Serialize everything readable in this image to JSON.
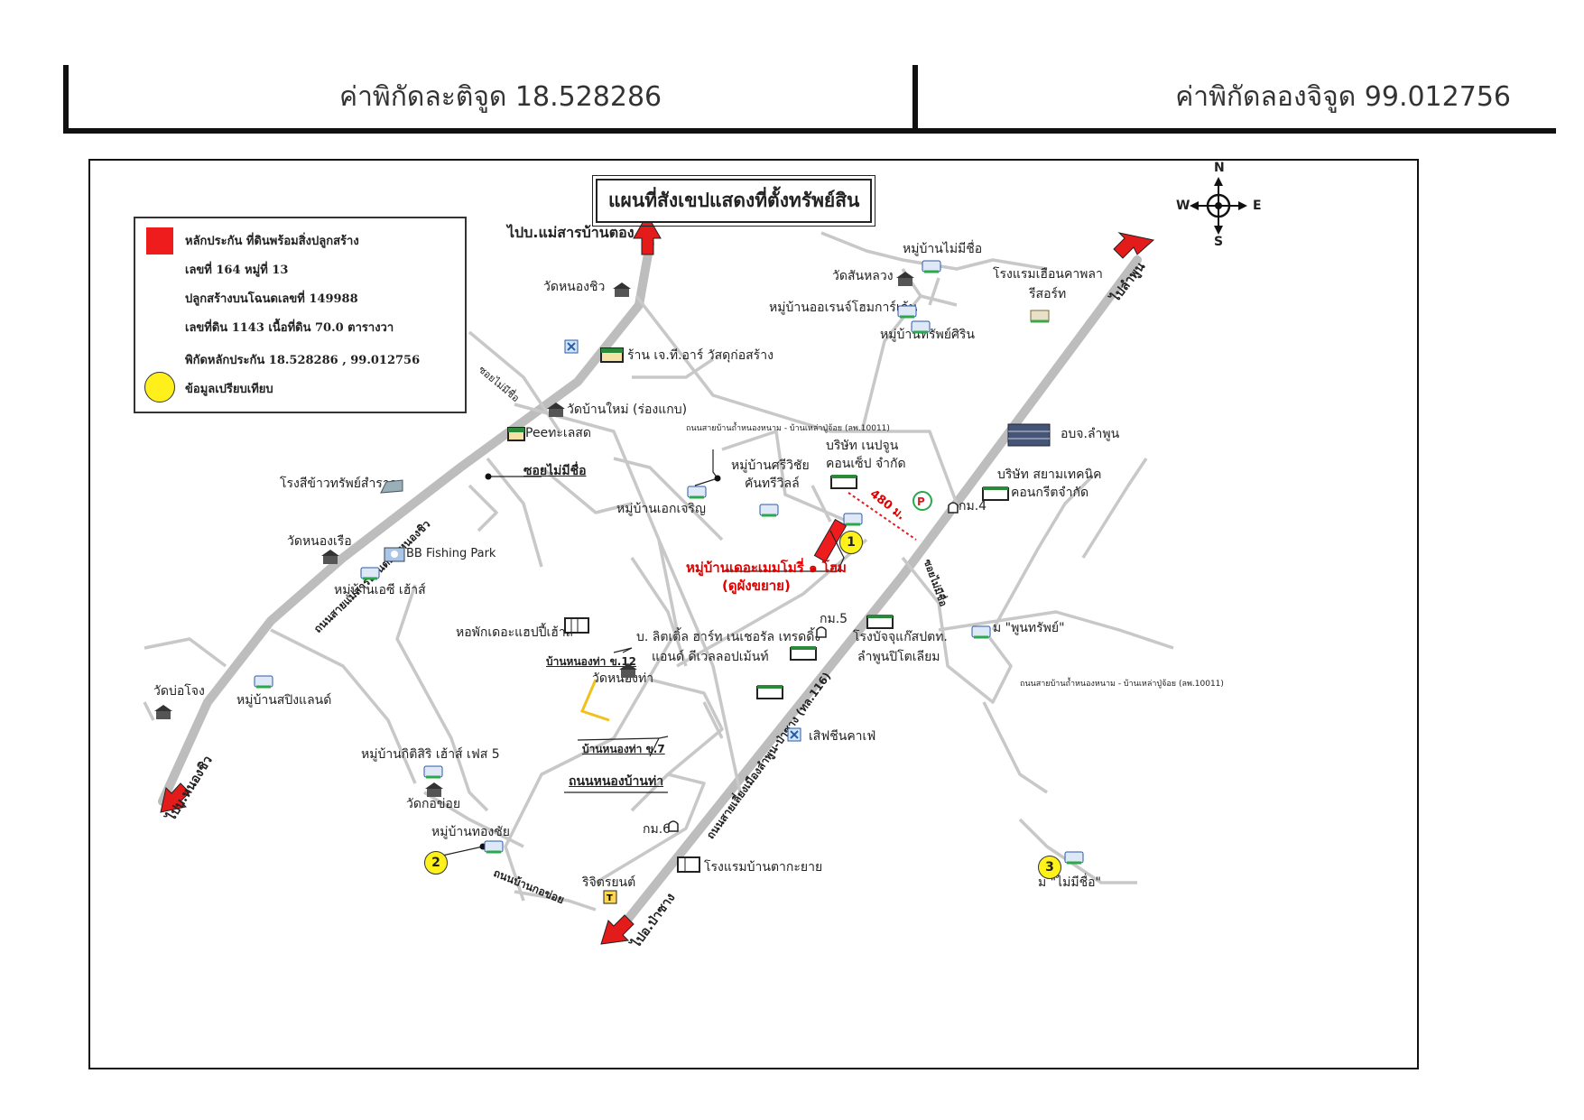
{
  "header": {
    "latitude": "ค่าพิกัดละติจูด 18.528286",
    "longitude": "ค่าพิกัดลองจิจูด 99.012756"
  },
  "map": {
    "title": "แผนที่สังเขปแสดงที่ตั้งทรัพย์สิน",
    "legend": {
      "line1": "หลักประกัน  ที่ดินพร้อมสิ่งปลูกสร้าง",
      "line2": "เลขที่ 164 หมู่ที่ 13",
      "line3": "ปลูกสร้างบนโฉนดเลขที่ 149988",
      "line4": "เลขที่ดิน 1143  เนื้อที่ดิน 70.0 ตารางวา",
      "line5": "พิกัดหลักประกัน  18.528286 , 99.012756",
      "line6": "ข้อมูลเปรียบเทียบ"
    },
    "compass": {
      "n": "N",
      "s": "S",
      "e": "E",
      "w": "W"
    },
    "labels": {
      "to_maesarn": "ไปบ.แม่สารบ้านตอง",
      "to_lamphun": "ไปลำพูน",
      "to_nongchiw": "ไปบ.หนองชิว",
      "to_pasang": "ไปอ.ป่าซาง",
      "wat_nongchiw": "วัดหนองชิว",
      "wat_sanluang": "วัดสันหลวง",
      "mb_mai_mi_chue_top": "หมู่บ้านไม่มีชื่อ",
      "hotel_huen": "โรงแรมเฮือนคาพลา",
      "hotel_huen2": "รีสอร์ท",
      "mb_orrin": "หมู่บ้านออเรนจ์โฮมการ์เด้น",
      "mb_sapsirin": "หมู่บ้านทรัพย์ศิริน",
      "soi_no_name_1": "ซอยไม่มีชื่อ",
      "shop_jtr": "ร้าน เจ.ที.อาร์ วัสดุก่อสร้าง",
      "wat_banmai": "วัดบ้านใหม่ (ร่องแกบ)",
      "road_10011_a": "ถนนสายบ้านถ้ำหนองหนาม - บ้านเหล่าปู่จ้อย (ลพ.10011)",
      "peet": "Peeทะเลสด",
      "neopoon1": "บริษัท เนปจูน",
      "neopoon2": "คอนเซ็ป จำกัด",
      "obj_lamphun": "อบจ.ลำพูน",
      "soi_no_name_2": "ซอยไม่มีชื่อ",
      "rice_mill": "โรงสีข้าวทรัพย์สำราญ",
      "mb_srivichai1": "หมู่บ้านศรีวิชัย",
      "mb_srivichai2": "คันทรีวิลล์",
      "siam1": "บริษัท สยามเทคนิค",
      "siam2": "คอนกรีตจำกัด",
      "km4": "กม.4",
      "mb_ekcharoen": "หมู่บ้านเอกเจริญ",
      "dist": "480 ม.",
      "wat_nongrua": "วัดหนองเรือ",
      "bb_fishing": "BB Fishing Park",
      "road_maesarn": "ถนนสายแม่สารบ้านตอง-หนองชิว",
      "mb_memory1": "หมู่บ้านเดอะเมมโมรี่ ๑ โฮม",
      "mb_memory2": "(ดูผังขยาย)",
      "mb_ec": "หมู่บ้านเอซี เฮ้าส์",
      "soi_no_name_3": "ซอยไม่มีชื่อ",
      "m_poonsap": "ม \"พูนทรัพย์\"",
      "dorm_happy": "หอพักเดอะแฮปปี้เฮ้าส์",
      "km5": "กม.5",
      "little1": "บ. ลิตเติ้ล ฮาร์ท เนเชอรัล เทรดดิ้ง",
      "little2": "แอนด์ ดีเวลลอปเม้นท์",
      "factory1": "โรงบัจจุแก๊สปตท.",
      "factory2": "ลำพูนปิโตเลียม",
      "ban_nongtha12": "บ้านหนองท่า ข.12",
      "wat_nongtha": "วัดหนองท่า",
      "wat_bochong": "วัดบ่อโจง",
      "mb_spring": "หมู่บ้านสปิงแลนด์",
      "road_10011_b": "ถนนสายบ้านถ้ำหนองหนาม - บ้านเหล่าปู่จ้อย (ลพ.10011)",
      "sip_cafe": "เสิฟชีนคาเฟ่",
      "ban_nongtha7": "บ้านหนองท่า ข.7",
      "mb_kitisiri": "หมู่บ้านกิติสิริ เฮ้าส์ เฟส 5",
      "road_bypass": "ถนนสายเลี่ยงเมืองลำพูน-ป่าซาง (ทล.116)",
      "road_nongbantha": "ถนนหนองบ้านท่า",
      "wat_kodkoy": "วัดกอข่อย",
      "mb_thongchai": "หมู่บ้านทองชัย",
      "km6": "กม.6",
      "road_bankodkoy": "ถนนบ้านกอข่อย",
      "hotel_banta": "โรงแรมบ้านตากะยาย",
      "ritchiyon": "ริจิตรยนต์",
      "m_mai_mi_chue": "ม \"ไม่มีชื่อ\""
    },
    "markers": {
      "m1": "1",
      "m2": "2",
      "m3": "3"
    },
    "colors": {
      "road": "#c8c8c8",
      "main_road": "#bdbdbd",
      "collateral": "#ee1c1c",
      "marker": "#fff21a",
      "arrow": "#e41b1b",
      "link": "#f2c01a"
    }
  }
}
